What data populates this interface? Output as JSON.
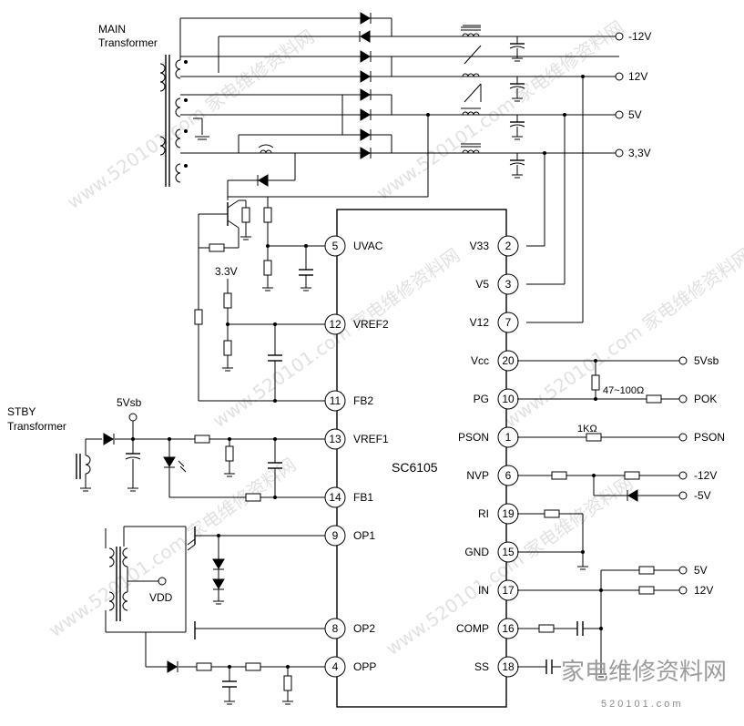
{
  "transformers": {
    "main": [
      "MAIN",
      "Transformer"
    ],
    "stby": [
      "STBY",
      "Transformer"
    ]
  },
  "outputs": {
    "neg12": "-12V",
    "p12": "12V",
    "p5": "5V",
    "p33": "3,3V"
  },
  "chip": {
    "name": "SC6105"
  },
  "left_pins": [
    {
      "num": "5",
      "name": "UVAC"
    },
    {
      "num": "12",
      "name": "VREF2"
    },
    {
      "num": "11",
      "name": "FB2"
    },
    {
      "num": "13",
      "name": "VREF1"
    },
    {
      "num": "14",
      "name": "FB1"
    },
    {
      "num": "9",
      "name": "OP1"
    },
    {
      "num": "8",
      "name": "OP2"
    },
    {
      "num": "4",
      "name": "OPP"
    }
  ],
  "right_pins": [
    {
      "num": "2",
      "name": "V33"
    },
    {
      "num": "3",
      "name": "V5"
    },
    {
      "num": "7",
      "name": "V12"
    },
    {
      "num": "20",
      "name": "Vcc"
    },
    {
      "num": "10",
      "name": "PG"
    },
    {
      "num": "1",
      "name": "PSON"
    },
    {
      "num": "6",
      "name": "NVP"
    },
    {
      "num": "19",
      "name": "RI"
    },
    {
      "num": "15",
      "name": "GND"
    },
    {
      "num": "17",
      "name": "IN"
    },
    {
      "num": "16",
      "name": "COMP"
    },
    {
      "num": "18",
      "name": "SS"
    }
  ],
  "right_terminals": {
    "vcc": "5Vsb",
    "pg": "POK",
    "pson": "PSON",
    "nvp_a": "-12V",
    "nvp_b": "-5V",
    "in_a": "5V",
    "in_b": "12V"
  },
  "component_labels": {
    "pg_res": "47~100Ω",
    "pson_res": "1KΩ",
    "v33": "3.3V",
    "v5sb": "5Vsb",
    "vdd": "VDD"
  },
  "watermark": {
    "brand": "家电维修资料网",
    "url": "520101.com",
    "tiled": "www.520101.com 家电维修资料网"
  }
}
